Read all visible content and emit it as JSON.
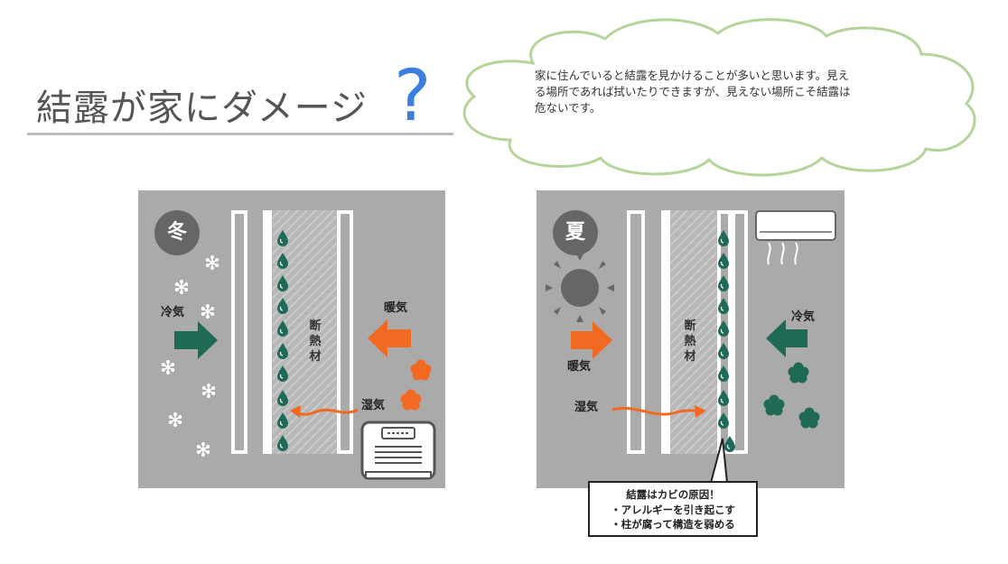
{
  "title": {
    "text": "結露が家にダメージ",
    "question_mark": "?"
  },
  "cloud": {
    "text": "家に住んでいると結露を見かけることが多いと思います。見える場所であれば拭いたりできますが、見えない場所こそ結露は危ないです。"
  },
  "winter": {
    "badge": "冬",
    "cold_air_label": "冷気",
    "warm_air_label": "暖気",
    "humidity_label": "湿気",
    "insulation_label": "断熱材"
  },
  "summer": {
    "badge": "夏",
    "cold_air_label": "冷気",
    "warm_air_label": "暖気",
    "humidity_label": "湿気",
    "insulation_label": "断熱材"
  },
  "callout": {
    "line1": "結露はカビの原因！",
    "line2": "・アレルギーを引き起こす",
    "line3": "・柱が腐って構造を弱める"
  },
  "colors": {
    "panel_bg": "#aaaaaa",
    "warm_orange": "#f26a21",
    "cold_teal": "#1e6a55",
    "drop_teal": "#1e6a5a",
    "accent_blue": "#3d7fe0",
    "cloud_border": "#b5d49a"
  },
  "icons": {
    "snowflake": "snowflake-icon",
    "sun": "sun-icon",
    "heater": "heater-icon",
    "air_conditioner": "air-conditioner-icon",
    "water_drop": "water-drop-icon",
    "mold": "mold-icon"
  }
}
